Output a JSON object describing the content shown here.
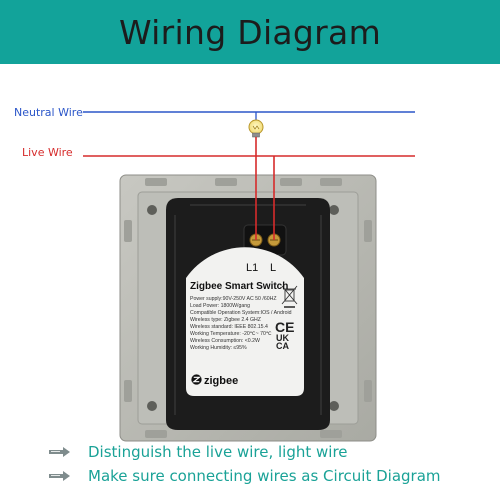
{
  "banner": {
    "title": "Wiring Diagram"
  },
  "wires": {
    "neutral_label": "Neutral Wire",
    "live_label": "Live Wire",
    "neutral_color": "#2b56c9",
    "live_color": "#d62b2b"
  },
  "switch": {
    "terminal_l1": "L1",
    "terminal_l": "L",
    "product_name": "Zigbee Smart Switch",
    "specs": [
      "Power supply:90V-250V AC  50 /60HZ",
      "Load Power: 1800W/gang",
      "Compatible Operation System:IOS / Android",
      "Wireless type: Zigbee 2.4 GHZ",
      "Wireless standard: IEEE 802.15.4",
      "Working Temperature: -20℃~ 70℃",
      "Wireless Consumption: <0.2W",
      "Working Humidity: ≤95%"
    ],
    "brand": "zigbee",
    "mark_ce": "CE",
    "mark_uk_top": "UK",
    "mark_uk_bottom": "CA"
  },
  "notes": [
    "Distinguish the live wire, light wire",
    "Make sure connecting wires as Circuit Diagram"
  ],
  "colors": {
    "banner": "#12a39a",
    "accent_text": "#1aa297",
    "frame": "#b9b9b3"
  }
}
